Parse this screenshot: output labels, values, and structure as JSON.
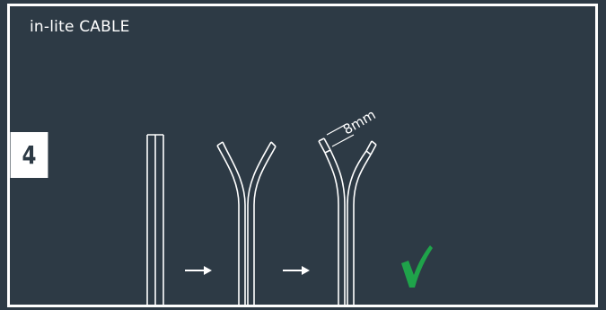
{
  "header": {
    "title": "in-lite CABLE"
  },
  "step": {
    "number": "4"
  },
  "diagram": {
    "dimension_label": "8mm",
    "arrow_glyph": "→",
    "check_icon": "check-mark-icon",
    "check_color": "#1fa34a"
  },
  "colors": {
    "background": "#2d3a45",
    "line": "#ffffff"
  }
}
